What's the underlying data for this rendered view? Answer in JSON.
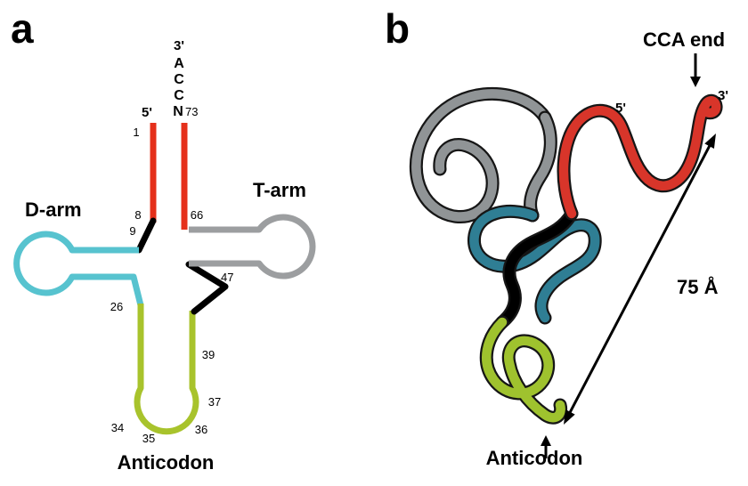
{
  "figure": {
    "colors": {
      "red": "#e5301b",
      "cyan": "#57c3cf",
      "gray": "#9c9ea0",
      "green": "#a8c32c",
      "black": "#000000",
      "red3d": "#d8352a",
      "teal3d": "#2f7e94",
      "gray3d": "#909496",
      "green3d": "#9fc22e"
    },
    "panel_a": {
      "label": "a",
      "acceptor": {
        "three_prime": "3'",
        "letters": [
          "A",
          "C",
          "C",
          "N"
        ],
        "n73": "73",
        "five_prime": "5'",
        "n1": "1",
        "n8": "8",
        "n9": "9",
        "n66": "66"
      },
      "d_arm_label": "D-arm",
      "t_arm_label": "T-arm",
      "anticodon_label": "Anticodon",
      "numbers": {
        "n26": "26",
        "n47": "47",
        "n39": "39",
        "n37": "37",
        "n36": "36",
        "n35": "35",
        "n34": "34"
      }
    },
    "panel_b": {
      "label": "b",
      "cca_end": "CCA end",
      "five_prime": "5'",
      "three_prime": "3'",
      "distance": "75 Å",
      "anticodon_label": "Anticodon"
    }
  }
}
